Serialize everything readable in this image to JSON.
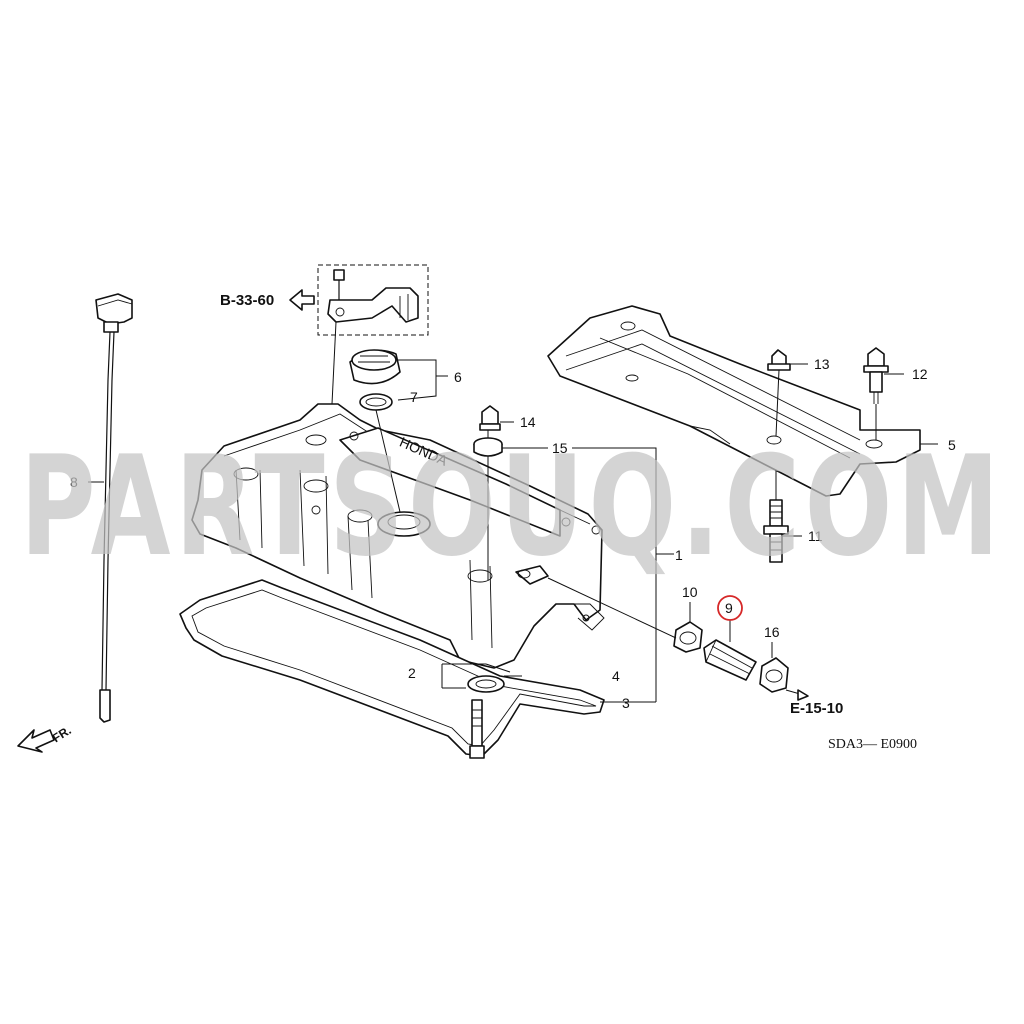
{
  "watermark": "PARTSOUQ.COM",
  "diagram_code": "SDA3— E0900",
  "front_marker": "FR.",
  "references": {
    "upper": "B-33-60",
    "lower": "E-15-10"
  },
  "cover_logo": "HONDA",
  "callouts": [
    {
      "id": "c1",
      "label": "1"
    },
    {
      "id": "c2",
      "label": "2"
    },
    {
      "id": "c3",
      "label": "3"
    },
    {
      "id": "c4",
      "label": "4"
    },
    {
      "id": "c5",
      "label": "5"
    },
    {
      "id": "c6",
      "label": "6"
    },
    {
      "id": "c7",
      "label": "7"
    },
    {
      "id": "c8",
      "label": "8"
    },
    {
      "id": "c9",
      "label": "9",
      "highlighted": true
    },
    {
      "id": "c10",
      "label": "10"
    },
    {
      "id": "c11",
      "label": "11"
    },
    {
      "id": "c12",
      "label": "12"
    },
    {
      "id": "c13",
      "label": "13"
    },
    {
      "id": "c14",
      "label": "14"
    },
    {
      "id": "c15",
      "label": "15"
    },
    {
      "id": "c16",
      "label": "16"
    }
  ],
  "colors": {
    "highlight": "#d62828",
    "watermark": "#c4c4c4",
    "ink": "#111111"
  }
}
